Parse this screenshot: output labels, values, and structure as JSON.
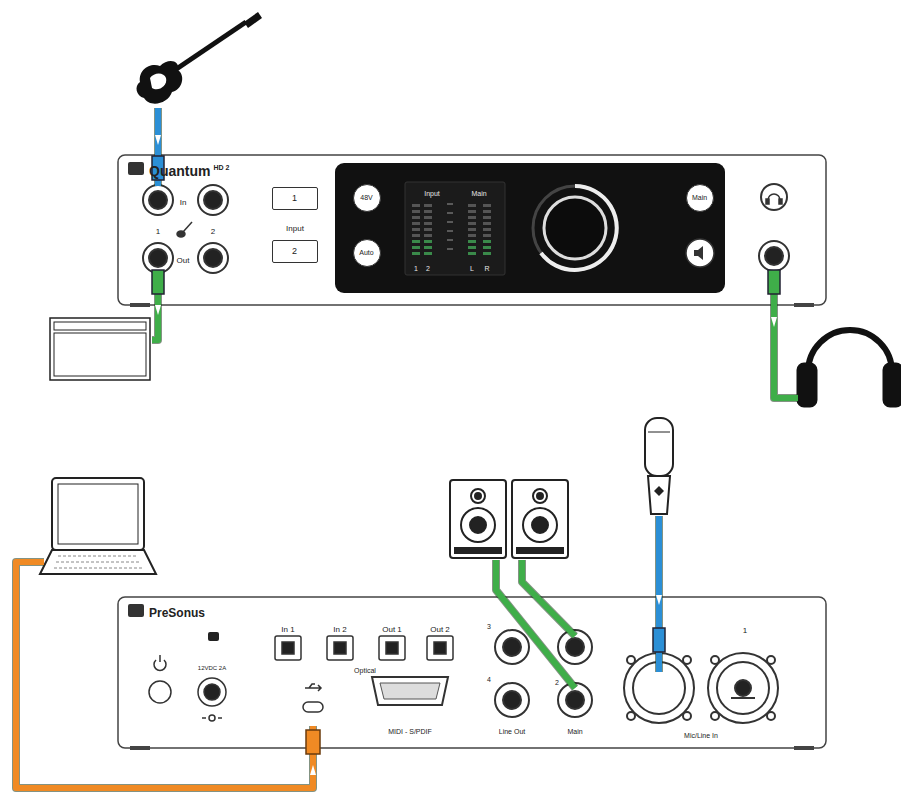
{
  "diagram": {
    "nodes": [
      {
        "text": [
          "Quantum",
          "HD 2"
        ]
      },
      {
        "text": [
          "1"
        ],
        "in": 0
      },
      {
        "text": [
          "2"
        ],
        "in": 0
      },
      {
        "text": [
          "48V"
        ],
        "in": 0
      },
      {
        "text": [
          "Auto"
        ],
        "in": 0
      },
      {
        "text": [
          "Main"
        ],
        "in": 0
      },
      {
        "text": [
          "PreSonus"
        ]
      }
    ],
    "labels": [
      "In",
      "1",
      "2",
      "Out",
      "Input",
      "Input",
      "Main",
      "1",
      "2",
      "L",
      "R",
      "12VDC 2A",
      "In 1",
      "In 2",
      "Out 1",
      "Out 2",
      "Optical",
      "MIDI - S/PDIF",
      "3",
      "4",
      "2",
      "Line Out",
      "Main",
      "1",
      "Mic/Line In"
    ]
  }
}
